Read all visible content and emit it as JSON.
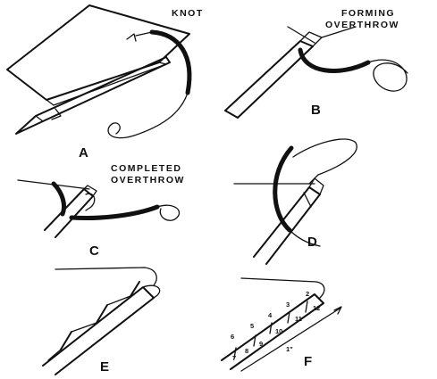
{
  "panels": [
    {
      "letter": "A",
      "captions": [
        "KNOT"
      ]
    },
    {
      "letter": "B",
      "captions": [
        "FORMING",
        "OVERTHROW"
      ]
    },
    {
      "letter": "C",
      "captions": [
        "COMPLETED",
        "OVERTHROW"
      ]
    },
    {
      "letter": "D",
      "captions": []
    },
    {
      "letter": "E",
      "captions": []
    },
    {
      "letter": "F",
      "captions": []
    }
  ],
  "panel_f": {
    "turn_numbers": [
      "1",
      "2",
      "3",
      "4",
      "5",
      "6",
      "7",
      "8",
      "9",
      "10",
      "11",
      "12"
    ],
    "dimension": "1\""
  },
  "colors": {
    "ink": "#111111",
    "paper": "#ffffff"
  }
}
